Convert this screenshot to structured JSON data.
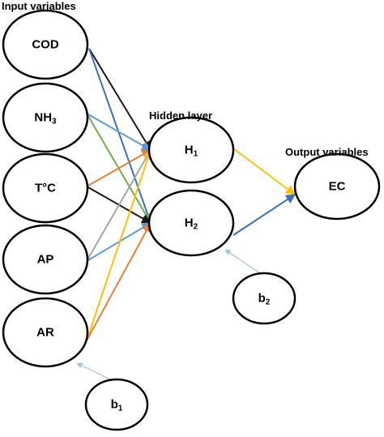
{
  "sections": {
    "input": "Input variables",
    "hidden": "Hidden layer",
    "output": "Output variables"
  },
  "nodes": [
    {
      "id": "cod",
      "text": "COD",
      "sub": ""
    },
    {
      "id": "nh3",
      "text": "NH",
      "sub": "3"
    },
    {
      "id": "temp",
      "text": "T°C",
      "sub": ""
    },
    {
      "id": "ap",
      "text": "AP",
      "sub": ""
    },
    {
      "id": "ar",
      "text": "AR",
      "sub": ""
    },
    {
      "id": "h1",
      "text": "H",
      "sub": "1"
    },
    {
      "id": "h2",
      "text": "H",
      "sub": "2"
    },
    {
      "id": "ec",
      "text": "EC",
      "sub": ""
    },
    {
      "id": "b1",
      "text": "b",
      "sub": "1"
    },
    {
      "id": "b2",
      "text": "b",
      "sub": "2"
    }
  ],
  "connections": [
    {
      "from": "cod",
      "to": "h1",
      "color": "#1a1a1a"
    },
    {
      "from": "cod",
      "to": "h2",
      "color": "#3a6fc4"
    },
    {
      "from": "nh3",
      "to": "h1",
      "color": "#5b9bd5"
    },
    {
      "from": "nh3",
      "to": "h2",
      "color": "#70ad47"
    },
    {
      "from": "temp",
      "to": "h1",
      "color": "#ed7d31"
    },
    {
      "from": "temp",
      "to": "h2",
      "color": "#1a1a1a"
    },
    {
      "from": "ap",
      "to": "h1",
      "color": "#a5a5a5"
    },
    {
      "from": "ap",
      "to": "h2",
      "color": "#5b9bd5"
    },
    {
      "from": "ar",
      "to": "h1",
      "color": "#ffc000"
    },
    {
      "from": "ar",
      "to": "h2",
      "color": "#ed7d31"
    },
    {
      "from": "h1",
      "to": "ec",
      "color": "#ffc000"
    },
    {
      "from": "h2",
      "to": "ec",
      "color": "#3a6fc4"
    },
    {
      "from": "b1",
      "to": "ar",
      "color": "#9dc3e6"
    },
    {
      "from": "b2",
      "to": "h2",
      "color": "#9dc3e6"
    }
  ]
}
